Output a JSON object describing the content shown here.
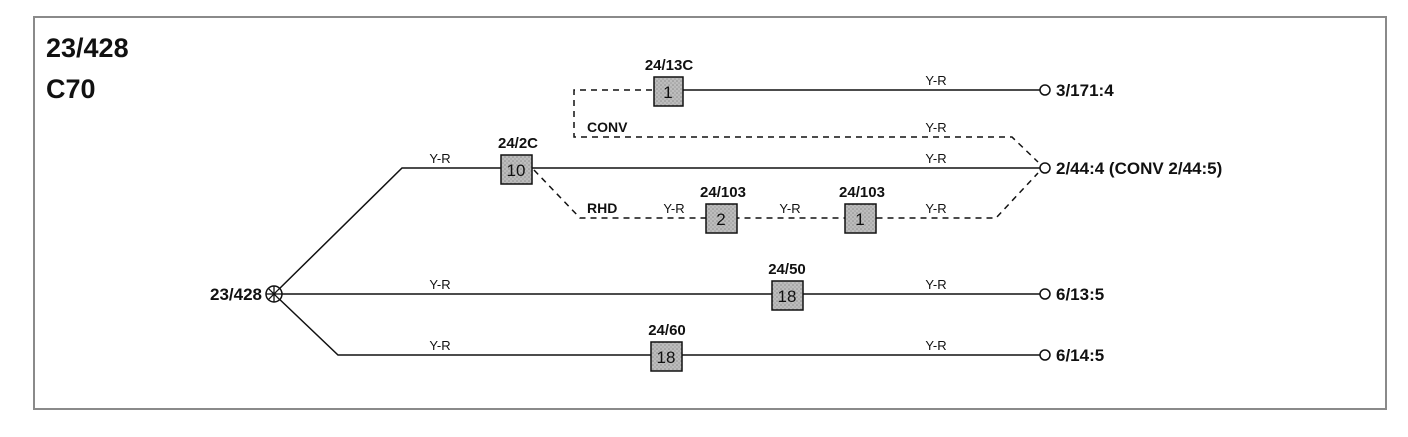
{
  "header": {
    "code": "23/428",
    "model": "C70"
  },
  "source_node": {
    "label": "23/428"
  },
  "wire_color": "Y-R",
  "connectors": [
    {
      "id": "24/13C",
      "pin": "1"
    },
    {
      "id": "24/2C",
      "pin": "10"
    },
    {
      "id": "24/103",
      "pin": "2"
    },
    {
      "id": "24/103",
      "pin": "1"
    },
    {
      "id": "24/50",
      "pin": "18"
    },
    {
      "id": "24/60",
      "pin": "18"
    }
  ],
  "branch_labels": {
    "conv": "CONV",
    "rhd": "RHD"
  },
  "terminals": [
    {
      "label": "3/171:4"
    },
    {
      "label": "2/44:4 (CONV 2/44:5)"
    },
    {
      "label": "6/13:5"
    },
    {
      "label": "6/14:5"
    }
  ],
  "colors": {
    "line": "#111111",
    "connector_fill": "#bdbdbd",
    "frame": "#8a8a8a",
    "background": "#ffffff"
  }
}
